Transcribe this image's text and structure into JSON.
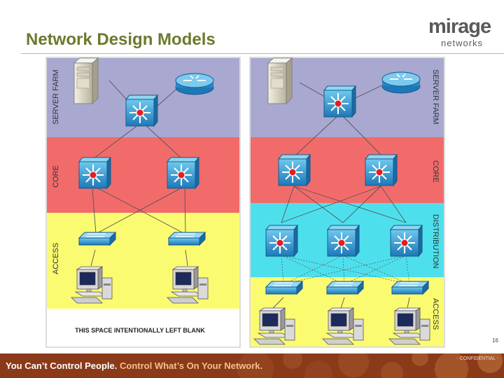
{
  "slide": {
    "title": "Network Design Models",
    "page_number": "16"
  },
  "logo": {
    "word": "mirage",
    "sub": "networks"
  },
  "left_model": {
    "zones": [
      "SERVER FARM",
      "CORE",
      "ACCESS"
    ],
    "blank_note": "THIS SPACE INTENTIONALLY LEFT BLANK"
  },
  "right_model": {
    "zones": [
      "SERVER FARM",
      "CORE",
      "DISTRIBUTION",
      "ACCESS"
    ]
  },
  "footer": {
    "slogan_part1": "You Can’t Control People.",
    "slogan_part2": "Control What’s On Your Network.",
    "confidential": "- CONFIDENTIAL -"
  },
  "colors": {
    "server_farm": "#a9a8d0",
    "core": "#f26b6b",
    "distribution": "#4de0ec",
    "access": "#fbfb72",
    "footer": "#8a3a18",
    "title": "#6b7a2e"
  }
}
